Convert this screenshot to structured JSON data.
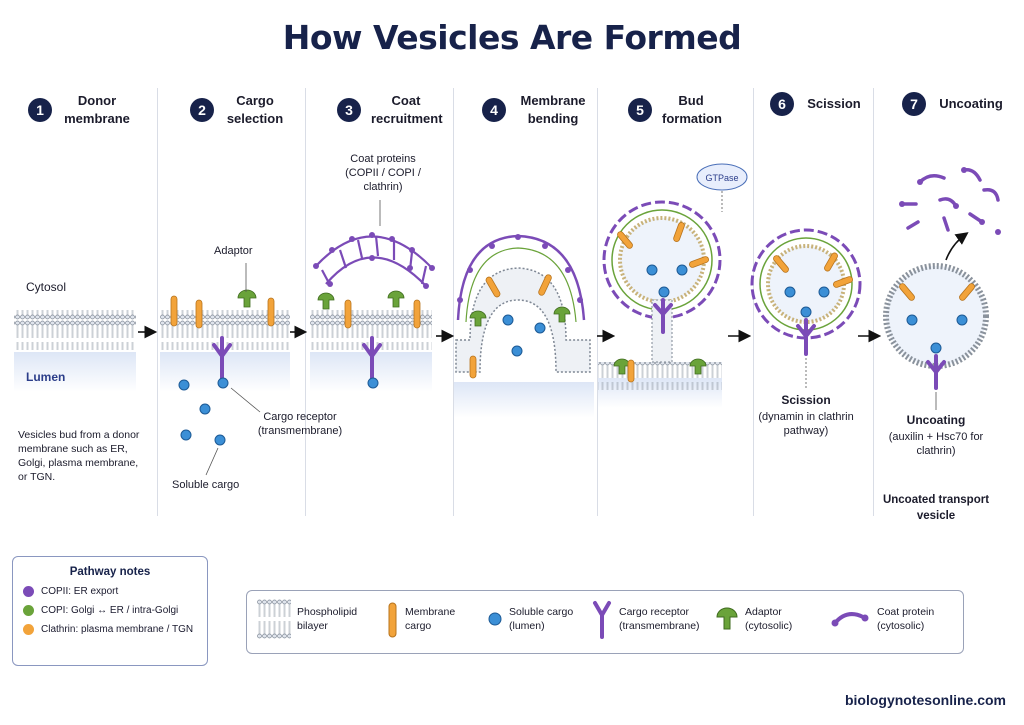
{
  "title": "How Vesicles Are Formed",
  "steps": [
    {
      "num": "1",
      "title": "Donor membrane"
    },
    {
      "num": "2",
      "title": "Cargo selection"
    },
    {
      "num": "3",
      "title": "Coat recruitment"
    },
    {
      "num": "4",
      "title": "Membrane bending"
    },
    {
      "num": "5",
      "title": "Bud formation"
    },
    {
      "num": "6",
      "title": "Scission"
    },
    {
      "num": "7",
      "title": "Uncoating"
    }
  ],
  "labels": {
    "cytosol": "Cytosol",
    "lumen": "Lumen",
    "donor_desc": "Vesicles bud from a donor membrane such as ER, Golgi, plasma membrane, or TGN.",
    "adaptor": "Adaptor",
    "cargo_receptor": "Cargo receptor (transmembrane)",
    "soluble_cargo": "Soluble cargo",
    "coat_proteins": "Coat proteins (COPII / COPI / clathrin)",
    "gtpase": "GTPase",
    "scission_title": "Scission",
    "scission_desc": "(dynamin in clathrin pathway)",
    "uncoating_title": "Uncoating",
    "uncoating_desc": "(auxilin + Hsc70 for clathrin)",
    "uncoated_vesicle": "Uncoated transport vesicle"
  },
  "pathway_notes": {
    "title": "Pathway notes",
    "items": [
      {
        "color": "#7b4bb7",
        "text": "COPII: ER export"
      },
      {
        "color": "#6aa33a",
        "text": "COPI: Golgi ↔ ER / intra-Golgi"
      },
      {
        "color": "#f2a33a",
        "text": "Clathrin: plasma membrane / TGN"
      }
    ]
  },
  "legend": [
    {
      "icon": "phospholipid-bilayer-icon",
      "text": "Phospholipid bilayer"
    },
    {
      "icon": "membrane-cargo-icon",
      "text": "Membrane cargo"
    },
    {
      "icon": "soluble-cargo-icon",
      "text": "Soluble cargo (lumen)"
    },
    {
      "icon": "cargo-receptor-icon",
      "text": "Cargo receptor (transmembrane)"
    },
    {
      "icon": "adaptor-icon",
      "text": "Adaptor (cytosolic)"
    },
    {
      "icon": "coat-protein-icon",
      "text": "Coat protein (cytosolic)"
    }
  ],
  "website": "biologynotesonline.com",
  "colors": {
    "navy": "#17224a",
    "coat_purple": "#7b4bb7",
    "adaptor_green": "#6aa33a",
    "cargo_orange": "#f2a33a",
    "soluble_blue": "#3b8fd6",
    "lumen_bg": "#dde6f6"
  }
}
